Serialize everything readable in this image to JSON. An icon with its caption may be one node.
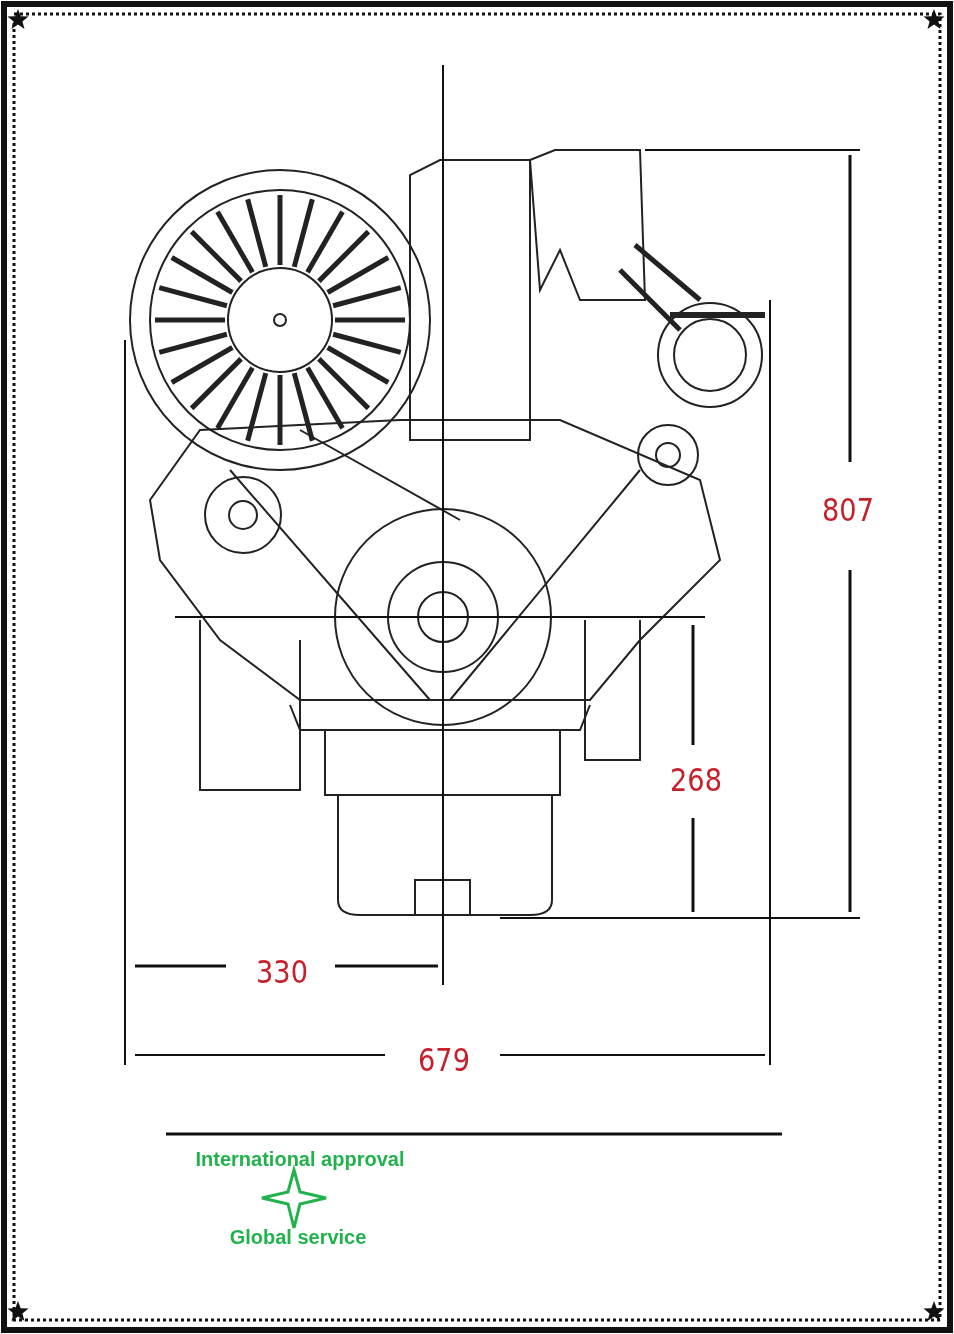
{
  "diagram": {
    "labels": [
      "807",
      "268",
      "330",
      "679",
      "International approval",
      "Global service"
    ]
  }
}
